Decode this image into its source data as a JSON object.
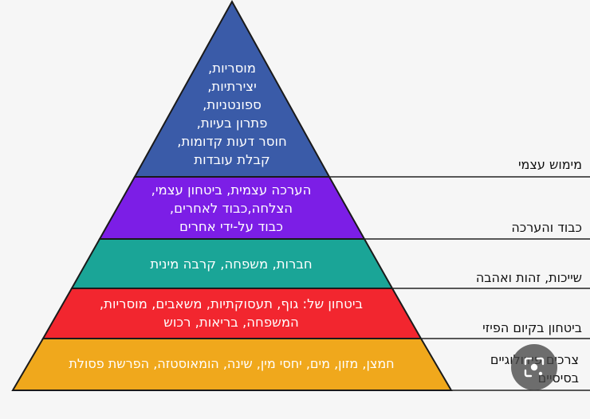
{
  "pyramid": {
    "tiers": [
      {
        "text": "מוסריות,\nיצירתיות,\nספונטניות,\nפתרון בעיות,\nחוסר דעות קדומות,\nקבלת עובדות",
        "color": "#3a5ba8"
      },
      {
        "text": "הערכה עצמית, ביטחון עצמי,\nהצלחה,כבוד לאחרים,\nכבוד על-ידי אחרים",
        "color": "#7c1ee6"
      },
      {
        "text": "חברות, משפחה, קרבה מינית",
        "color": "#1aa597"
      },
      {
        "text": "ביטחון של: גוף, תעסוקתיות, משאבים, מוסריות,\nהמשפחה, בריאות, רכוש",
        "color": "#f2262f"
      },
      {
        "text": "חמצן, מזון, מים, יחסי מין, שינה, הומאוסטזה, הפרשת פסולת",
        "color": "#f0a81c"
      }
    ],
    "labels": [
      "מימוש עצמי",
      "כבוד והערכה",
      "שייכות, זהות ואהבה",
      "ביטחון בקיום הפיזי",
      "צרכים פיזיולוגיים\nבסיסיים"
    ]
  },
  "overlay": {
    "icon": "search-lens-icon"
  }
}
